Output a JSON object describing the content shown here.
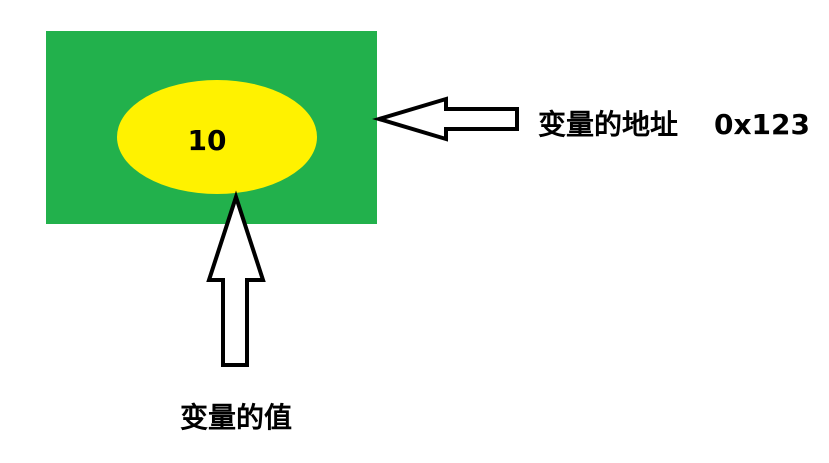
{
  "diagram": {
    "variable_value": "10",
    "address_label": "变量的地址",
    "address_value": "0x123",
    "value_label": "变量的值"
  },
  "colors": {
    "memory_box": "#22b14c",
    "value_ellipse": "#fff200",
    "arrow_fill": "#ffffff",
    "arrow_stroke": "#000000",
    "text": "#000000"
  }
}
